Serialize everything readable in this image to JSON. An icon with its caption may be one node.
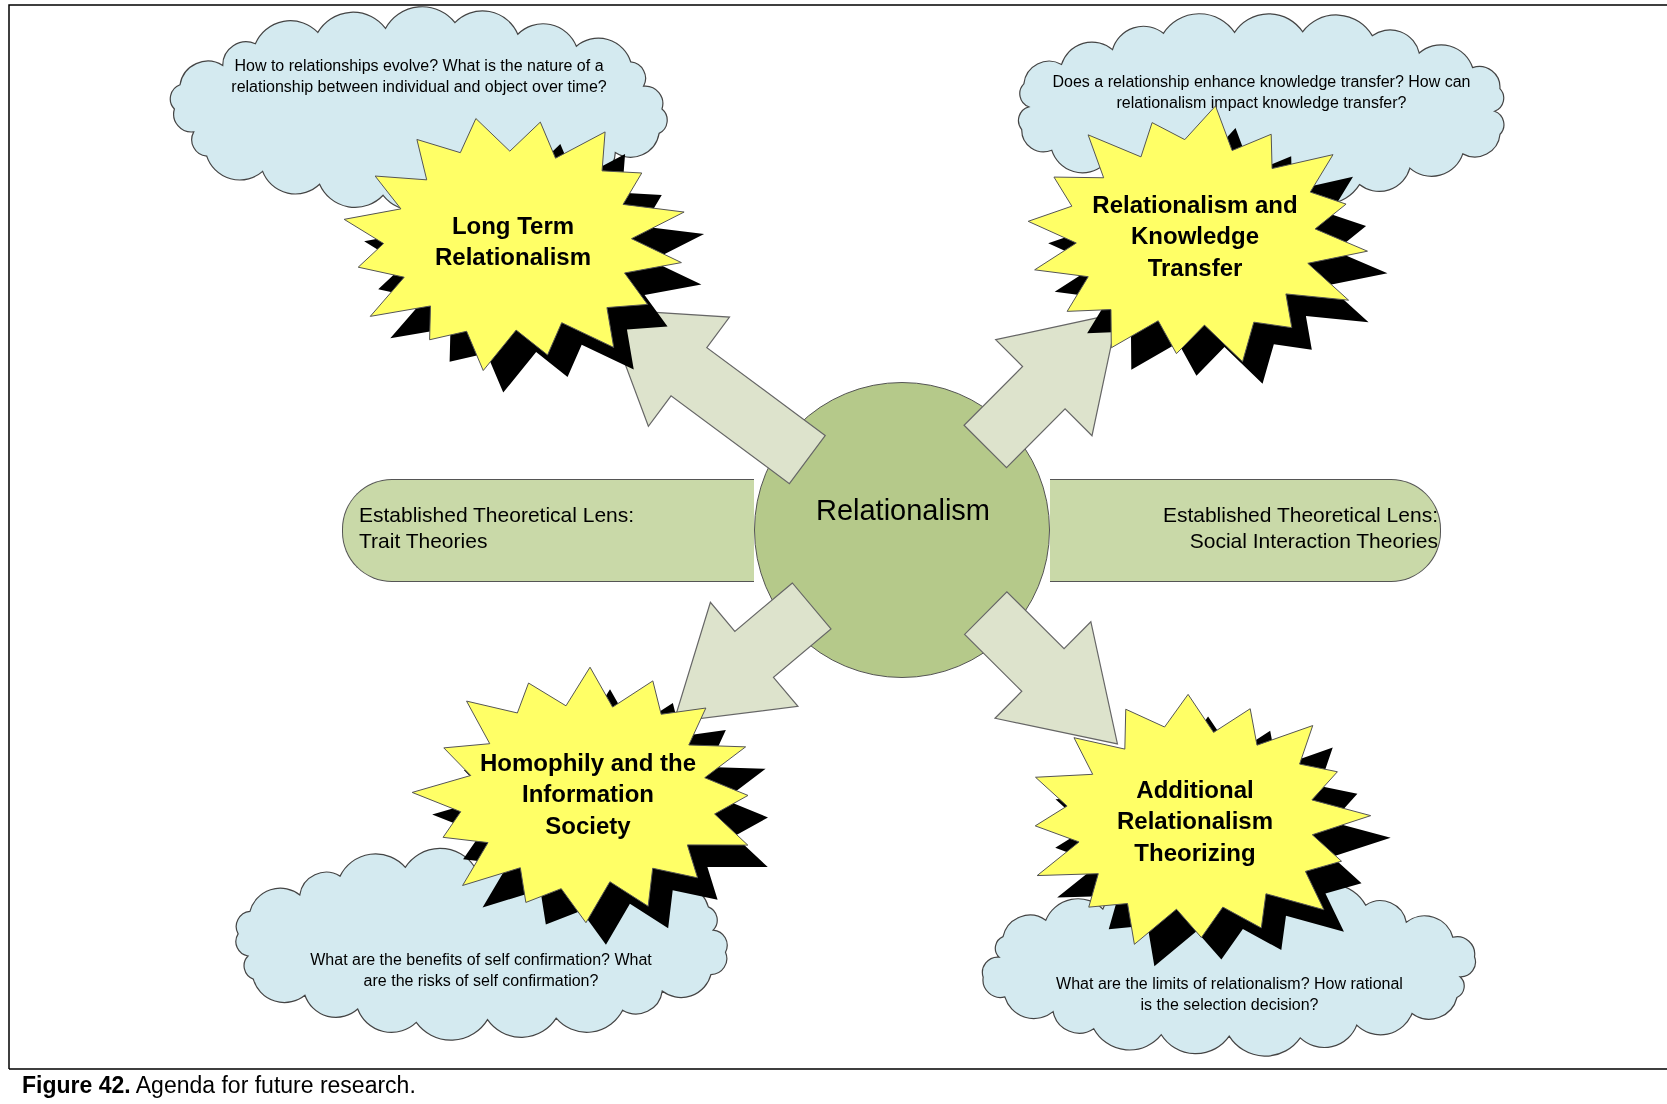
{
  "diagram": {
    "caption": "**Figure 42.** Agenda for future research.",
    "nodes": [
      {
        "text": [
          "How to relationships evolve? What is the nature of a relationship between individual and object over time?"
        ]
      },
      {
        "text": [
          "Long Term Relationalism"
        ]
      },
      {
        "text": [
          "Does a relationship enhance knowledge transfer? How can relationalism impact knowledge transfer?"
        ]
      },
      {
        "text": [
          "Relationalism and Knowledge Transfer"
        ]
      },
      {
        "text": [
          "Established Theoretical Lens: Trait Theories"
        ]
      },
      {
        "text": [
          "Relationalism"
        ]
      },
      {
        "text": [
          "Established Theoretical Lens: Social Interaction Theories"
        ]
      },
      {
        "text": [
          "Homophily and the Information Society"
        ]
      },
      {
        "text": [
          "What are the benefits of self confirmation? What are the risks of self confirmation?"
        ]
      },
      {
        "text": [
          "Additional Relationalism Theorizing"
        ]
      },
      {
        "text": [
          "What are the limits of relationalism? How rational is the selection decision?"
        ]
      }
    ],
    "edges": [
      {
        "from": 5,
        "to": 1,
        "arrow": "to"
      },
      {
        "from": 5,
        "to": 3,
        "arrow": "to"
      },
      {
        "from": 5,
        "to": 7,
        "arrow": "to"
      },
      {
        "from": 5,
        "to": 9,
        "arrow": "to"
      }
    ]
  }
}
